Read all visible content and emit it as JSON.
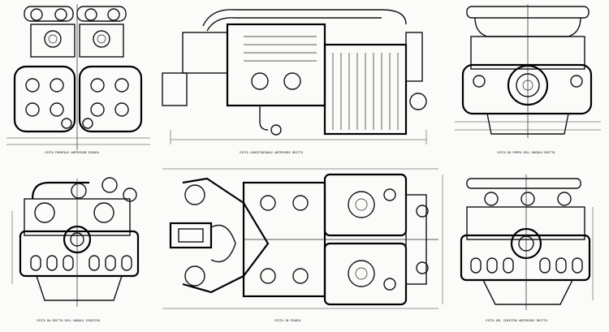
{
  "drawing": {
    "views": [
      {
        "id": "front",
        "label": "VISTA FRONTALE ANTERIORE BIANCA"
      },
      {
        "id": "side",
        "label": "VISTA LONGITUDINALE ANTERIORE DRITTO"
      },
      {
        "id": "rear-top",
        "label": "VISTA DA POPPA DELL'ANGOLO DRITTA"
      },
      {
        "id": "rear-bottom-left",
        "label": "VISTA DA DRITTA DELL'ANGOLO SINISTRO"
      },
      {
        "id": "plan",
        "label": "VISTA IN PIANTA"
      },
      {
        "id": "rear-bottom-right",
        "label": "VISTA DEL SINISTRO ANTERIORE DRITTO"
      }
    ]
  }
}
